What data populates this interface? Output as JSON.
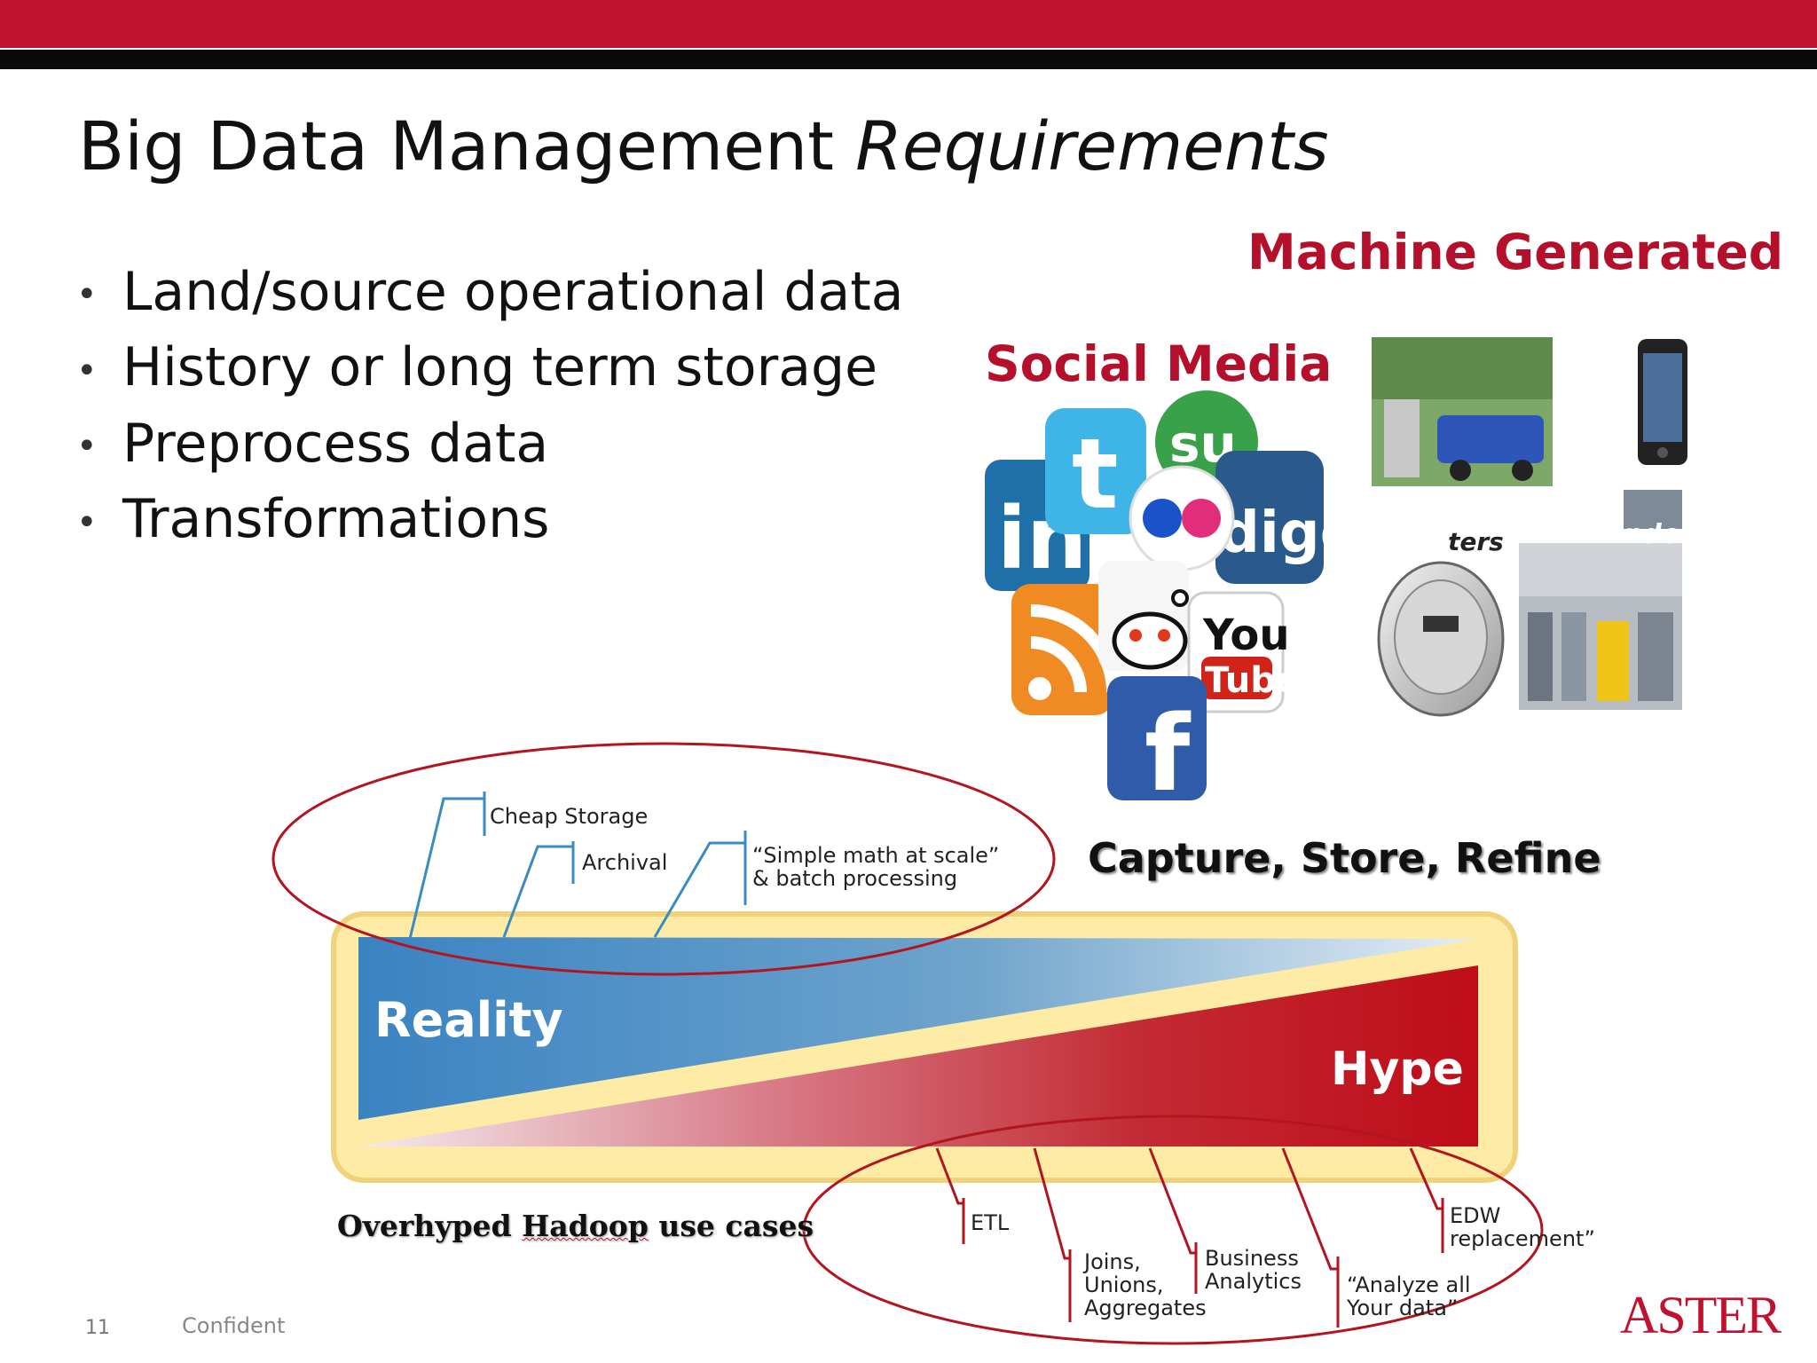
{
  "slide": {
    "title_main": "Big Data Management",
    "title_em": "Requirements",
    "bullets": [
      "Land/source operational data",
      "History or long term storage",
      "Preprocess data",
      "Transformations"
    ],
    "machine_generated": "Machine Generated",
    "social_media": "Social Media",
    "capture_store_refine": "Capture, Store, Refine",
    "overhyped_word1": "Overhyped",
    "overhyped_word2": "Hadoop",
    "overhyped_word3": "use cases",
    "page_number": "11",
    "footer_text": "Confident",
    "logo_text": "ASTER"
  },
  "diagram": {
    "reality_label": "Reality",
    "hype_label": "Hype",
    "reality_labels": {
      "cheap_storage": "Cheap Storage",
      "archival": "Archival",
      "simple_math_1": "“Simple math at scale”",
      "simple_math_2": "& batch processing"
    },
    "hype_labels": {
      "etl": "ETL",
      "joins_1": "Joins,",
      "joins_2": "Unions,",
      "joins_3": "Aggregates",
      "business_1": "Business",
      "business_2": "Analytics",
      "analyze_1": "“Analyze all",
      "analyze_2": "Your data”",
      "edw_1": "EDW",
      "edw_2": "replacement”"
    }
  },
  "images": {
    "social_icons": [
      "linkedin-icon",
      "twitter-icon",
      "stumbleupon-icon",
      "digg-icon",
      "flickr-icon",
      "rss-icon",
      "reddit-icon",
      "youtube-icon",
      "facebook-icon"
    ],
    "icon_text": {
      "linkedin": "in",
      "digg": "digg",
      "youtube_top": "You",
      "youtube_bottom": "Tube",
      "facebook": "f",
      "twitter": "t",
      "stumbleupon": "su"
    },
    "machine_photos": [
      "truck-photo",
      "smartphone-photo",
      "smart-meter-photo",
      "rail-yard-photo"
    ],
    "photo_captions": {
      "meters": "ters",
      "readers": "nders"
    }
  },
  "colors": {
    "brand_red": "#c0122f",
    "reality_blue": "#3e86bf",
    "hype_red": "#c01020",
    "frame_yellow": "#fde9a0"
  }
}
